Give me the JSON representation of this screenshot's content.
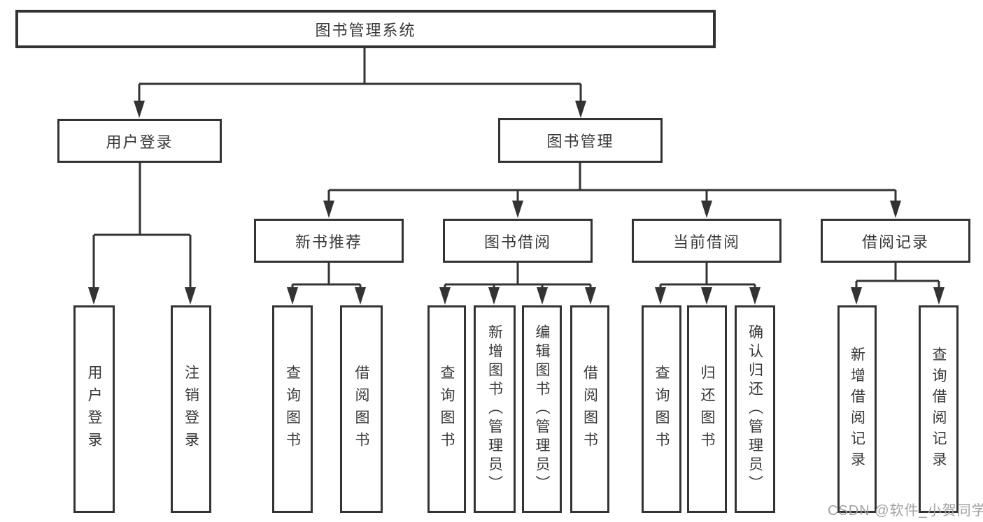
{
  "diagram": {
    "root": {
      "label": "图书管理系统"
    },
    "level2": [
      {
        "label": "用户登录"
      },
      {
        "label": "图书管理"
      }
    ],
    "level3": [
      {
        "label": "新书推荐"
      },
      {
        "label": "图书借阅"
      },
      {
        "label": "当前借阅"
      },
      {
        "label": "借阅记录"
      }
    ],
    "leaves": [
      {
        "label": "用户登录"
      },
      {
        "label": "注销登录"
      },
      {
        "label": "查询图书"
      },
      {
        "label": "借阅图书"
      },
      {
        "label": "查询图书"
      },
      {
        "label": "新增图书（管理员）"
      },
      {
        "label": "编辑图书（管理员）"
      },
      {
        "label": "借阅图书"
      },
      {
        "label": "查询图书"
      },
      {
        "label": "归还图书"
      },
      {
        "label": "确认归还（管理员）"
      },
      {
        "label": "新增借阅记录"
      },
      {
        "label": "查询借阅记录"
      }
    ]
  },
  "watermark": {
    "text": "CSDN @软件_小贺同学"
  },
  "colors": {
    "line": "#333333",
    "text": "#383838",
    "watermark": "#a2a2a2",
    "background": "#ffffff"
  }
}
